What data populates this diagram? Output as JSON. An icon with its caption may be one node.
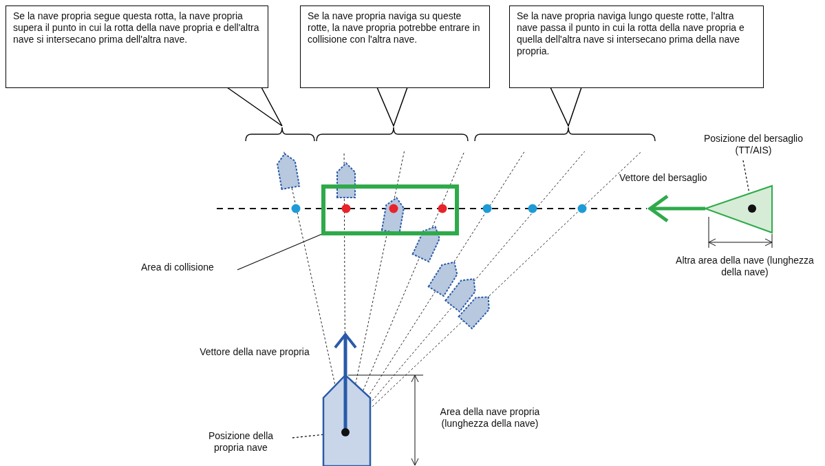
{
  "diagram": {
    "nodes": [
      {
        "text": [
          "Se la nave propria segue questa rotta, la nave propria supera il punto in cui la rotta della nave propria e dell'altra nave si intersecano prima dell'altra nave."
        ]
      },
      {
        "text": [
          "Se la nave propria naviga su queste rotte, la nave propria potrebbe entrare in collisione con l'altra nave."
        ]
      },
      {
        "text": [
          "Se la nave propria naviga lungo queste rotte, l'altra nave passa il punto in cui la rotta della nave propria e quella dell'altra nave si intersecano prima della nave propria."
        ]
      },
      {
        "text": [
          "Posizione del bersaglio (TT/AIS)"
        ]
      },
      {
        "text": [],
        "shape": "circle"
      },
      {
        "text": [],
        "shape": "box"
      },
      {
        "text": [
          "Area di collisione"
        ]
      },
      {
        "text": [],
        "shape": "circle"
      },
      {
        "text": [
          "Posizione della propria nave"
        ]
      }
    ],
    "edges": [
      {
        "from": 3,
        "to": 4,
        "arrow": "none",
        "style": "dashed"
      },
      {
        "from": 6,
        "to": 5,
        "arrow": "none"
      },
      {
        "from": 8,
        "to": 7,
        "arrow": "none",
        "style": "dashed"
      }
    ],
    "labels": [
      "Vettore del bersaglio",
      "Altra area della nave (lunghezza della nave)",
      "Vettore della nave propria",
      "Area della nave propria (lunghezza della nave)"
    ]
  }
}
